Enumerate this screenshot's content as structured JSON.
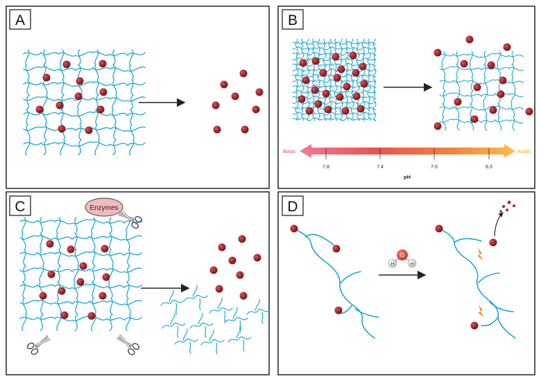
{
  "panels": [
    {
      "id": "A",
      "label": "A"
    },
    {
      "id": "B",
      "label": "B"
    },
    {
      "id": "C",
      "label": "C"
    },
    {
      "id": "D",
      "label": "D"
    }
  ],
  "ph_scale": {
    "left_label": "Basic",
    "right_label": "Acidic",
    "axis_title": "pH",
    "ticks": [
      "7.8",
      "7.4",
      "7.0",
      "6.5"
    ]
  },
  "enzymes_label": "Enzymes",
  "water": {
    "oxygen": "O",
    "hydrogen_left": "H",
    "hydrogen_right": "H"
  },
  "colors": {
    "polymer": "#1ea6cf",
    "particle": "#a3282b",
    "basic": "#e8476b",
    "acidic": "#f2a41d",
    "enzyme_bubble": "#f3b9bc",
    "bolt": "#f08a18"
  }
}
